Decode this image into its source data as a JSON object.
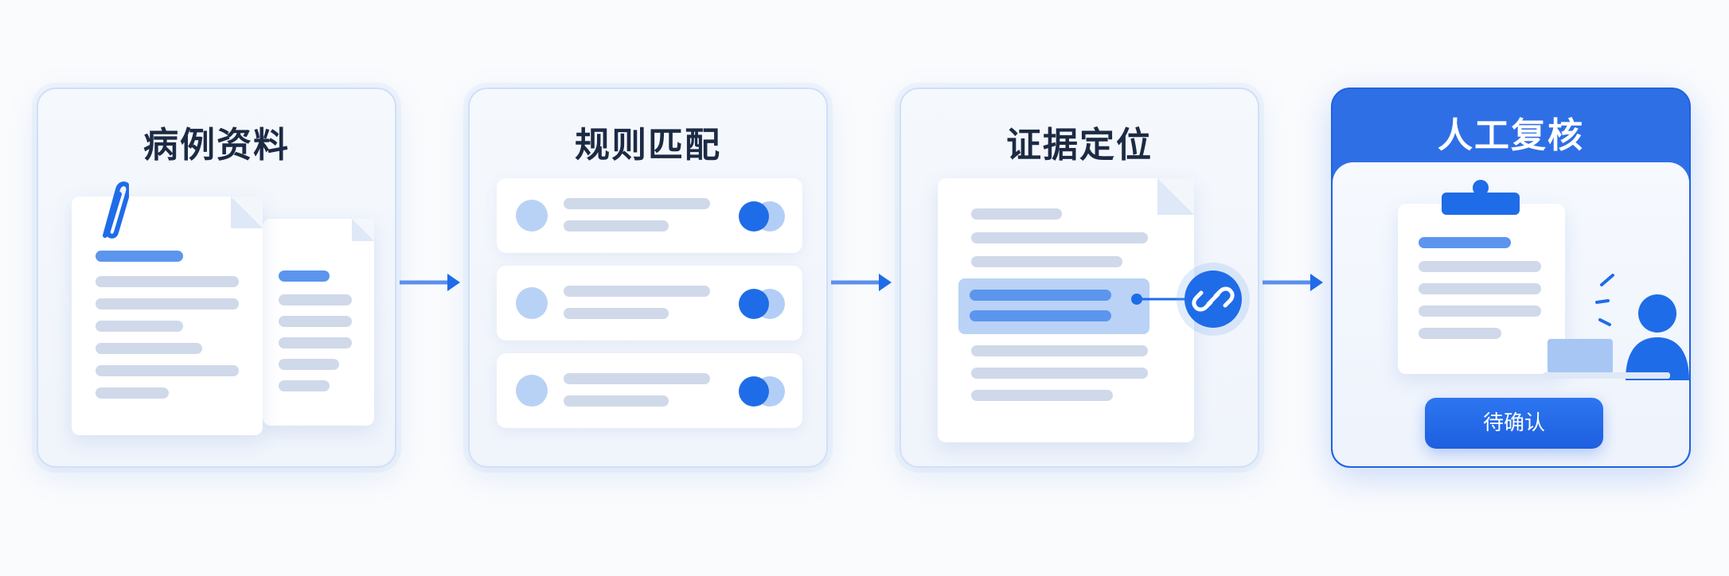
{
  "steps": [
    {
      "title": "病例资料"
    },
    {
      "title": "规则匹配"
    },
    {
      "title": "证据定位"
    },
    {
      "title": "人工复核"
    }
  ],
  "review": {
    "button_label": "待确认"
  },
  "icons": {
    "step1": [
      "paperclip-icon",
      "document-icon"
    ],
    "step2": [
      "toggle-icon"
    ],
    "step3": [
      "link-icon"
    ],
    "step4": [
      "clipboard-icon",
      "reviewer-avatar-icon",
      "laptop-icon"
    ]
  },
  "colors": {
    "accent": "#1f6ce8",
    "accent_light": "#b8d2f6",
    "line": "#cfd9ea"
  }
}
